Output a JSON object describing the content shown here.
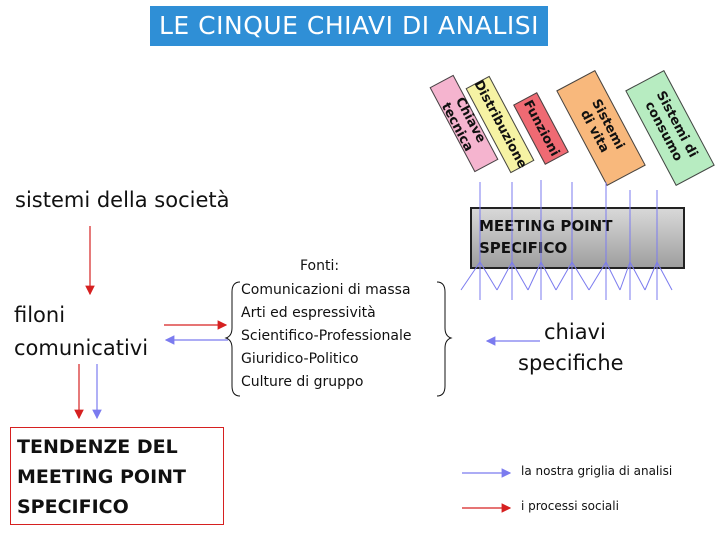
{
  "title": "LE CINQUE CHIAVI DI ANALISI",
  "left": {
    "sistemi": "sistemi della società",
    "filoni_line1": "filoni",
    "filoni_line2": "comunicativi"
  },
  "fonti": {
    "title": "Fonti:",
    "items": [
      "Comunicazioni di massa",
      "Arti ed espressività",
      "Scientifico-Professionale",
      "Giuridico-Politico",
      "Culture di gruppo"
    ]
  },
  "chiavi": {
    "line1": "chiavi",
    "line2": "specifiche"
  },
  "tendenze": {
    "lines": [
      "TENDENZE DEL",
      "MEETING POINT",
      "SPECIFICO"
    ]
  },
  "meeting_point": {
    "line1": "MEETING POINT",
    "line2": "SPECIFICO"
  },
  "keys": [
    {
      "label": "Chiave tecnica",
      "color": "#f5b4cf"
    },
    {
      "label": "Distribuzione",
      "color": "#f6f3a4"
    },
    {
      "label": "Funzioni",
      "color": "#ef6a73"
    },
    {
      "label": "Sistemi di vita",
      "color": "#f8b87c"
    },
    {
      "label": "Sistemi di consumo",
      "color": "#b7ecc1"
    }
  ],
  "legend": {
    "blue_label": "la nostra griglia di analisi",
    "red_label": "i processi sociali",
    "blue_color": "#7b7bef",
    "red_color": "#d62020"
  }
}
